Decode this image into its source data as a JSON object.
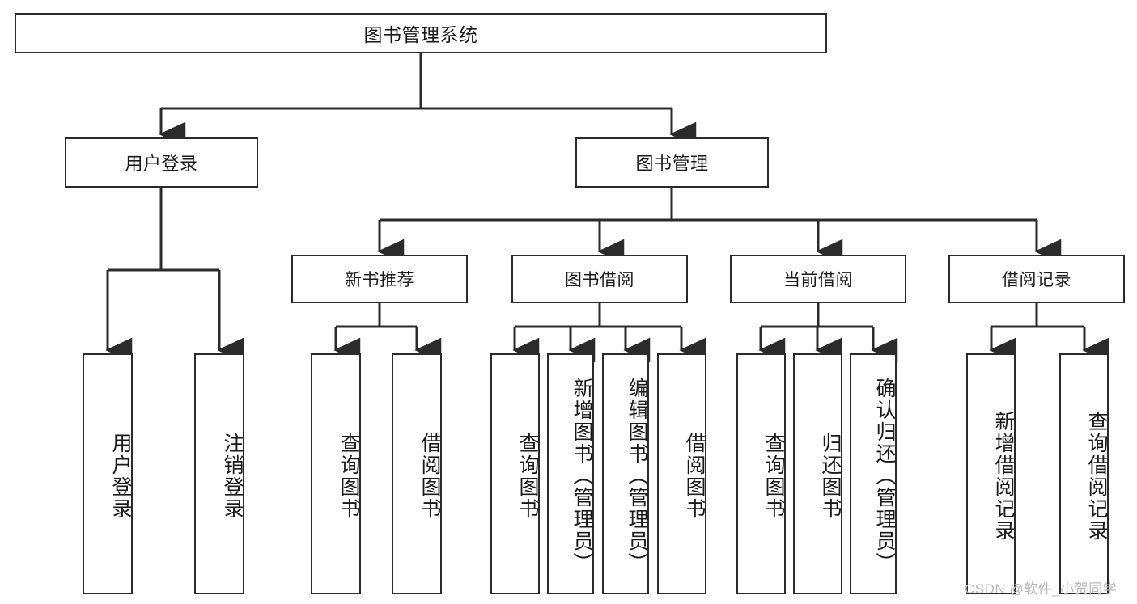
{
  "diagram": {
    "title": "图书管理系统",
    "type": "tree-hierarchy",
    "background_color": "#ffffff",
    "line_color": "#2b2b2b",
    "text_color": "#1a1a1a"
  },
  "watermark": {
    "text": "CSDN @软件_小贺同学",
    "color": "#b9b9b9"
  },
  "nodes": {
    "root": {
      "label": "图书管理系统"
    },
    "level1": [
      {
        "id": "user-login",
        "label": "用户登录"
      },
      {
        "id": "book-manage",
        "label": "图书管理"
      }
    ],
    "level2": [
      {
        "id": "new-book-recommend",
        "label": "新书推荐"
      },
      {
        "id": "book-borrow",
        "label": "图书借阅"
      },
      {
        "id": "current-borrow",
        "label": "当前借阅"
      },
      {
        "id": "borrow-record",
        "label": "借阅记录"
      }
    ],
    "leaves": {
      "user_login": [
        {
          "id": "leaf-user-login",
          "label": "用户登录"
        },
        {
          "id": "leaf-logout-login",
          "label": "注销登录"
        }
      ],
      "new_book_recommend": [
        {
          "id": "leaf-query-book-1",
          "label": "查询图书"
        },
        {
          "id": "leaf-borrow-book-1",
          "label": "借阅图书"
        }
      ],
      "book_borrow": [
        {
          "id": "leaf-query-book-2",
          "label": "查询图书"
        },
        {
          "id": "leaf-add-book",
          "label": "新增图书（管理员）"
        },
        {
          "id": "leaf-edit-book",
          "label": "编辑图书（管理员）"
        },
        {
          "id": "leaf-borrow-book-2",
          "label": "借阅图书"
        }
      ],
      "current_borrow": [
        {
          "id": "leaf-query-book-3",
          "label": "查询图书"
        },
        {
          "id": "leaf-return-book",
          "label": "归还图书"
        },
        {
          "id": "leaf-confirm-return",
          "label": "确认归还（管理员）"
        }
      ],
      "borrow_record": [
        {
          "id": "leaf-add-record",
          "label": "新增借阅记录"
        },
        {
          "id": "leaf-query-record",
          "label": "查询借阅记录"
        }
      ]
    }
  }
}
